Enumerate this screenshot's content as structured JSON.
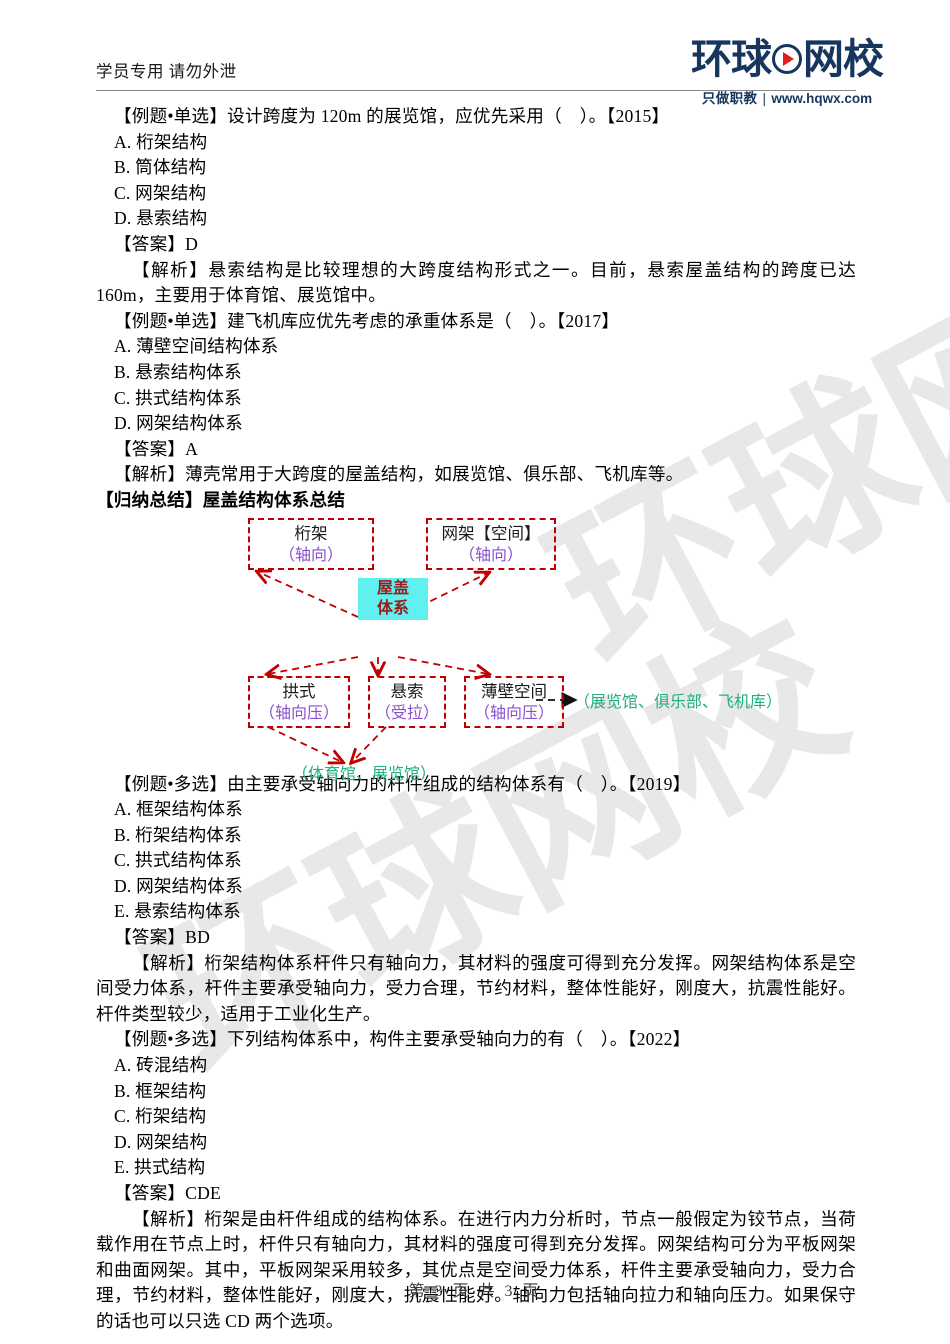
{
  "header": {
    "note": "学员专用 请勿外泄"
  },
  "logo": {
    "brand_part1": "环球",
    "brand_part2": "网校",
    "play_icon": "play-circle-icon",
    "slogan": "只做职教",
    "separator": "|",
    "url": "www.hqwx.com",
    "brand_color": "#17365d",
    "accent_color": "#e02020"
  },
  "body": {
    "q1": {
      "stem": "【例题•单选】设计跨度为 120m 的展览馆，应优先采用（　）。【2015】",
      "options": [
        "A. 桁架结构",
        "B. 筒体结构",
        "C. 网架结构",
        "D. 悬索结构"
      ],
      "answer": "【答案】D",
      "analysis": "【解析】悬索结构是比较理想的大跨度结构形式之一。目前，悬索屋盖结构的跨度已达 160m，主要用于体育馆、展览馆中。"
    },
    "q2": {
      "stem": "【例题•单选】建飞机库应优先考虑的承重体系是（　）。【2017】",
      "options": [
        "A. 薄壁空间结构体系",
        "B. 悬索结构体系",
        "C. 拱式结构体系",
        "D. 网架结构体系"
      ],
      "answer": "【答案】A",
      "analysis": "【解析】薄壳常用于大跨度的屋盖结构，如展览馆、俱乐部、飞机库等。"
    },
    "summary_heading": "【归纳总结】屋盖结构体系总结",
    "q3": {
      "stem": "【例题•多选】由主要承受轴向力的杆件组成的结构体系有（　）。【2019】",
      "options": [
        "A. 框架结构体系",
        "B. 桁架结构体系",
        "C. 拱式结构体系",
        "D. 网架结构体系",
        "E. 悬索结构体系"
      ],
      "answer": "【答案】BD",
      "analysis": "【解析】桁架结构体系杆件只有轴向力，其材料的强度可得到充分发挥。网架结构体系是空间受力体系，杆件主要承受轴向力，受力合理，节约材料，整体性能好，刚度大，抗震性能好。杆件类型较少，适用于工业化生产。"
    },
    "q4": {
      "stem": "【例题•多选】下列结构体系中，构件主要承受轴向力的有（　）。【2022】",
      "options": [
        "A. 砖混结构",
        "B. 框架结构",
        "C. 桁架结构",
        "D. 网架结构",
        "E. 拱式结构"
      ],
      "answer": "【答案】CDE",
      "analysis": "【解析】桁架是由杆件组成的结构体系。在进行内力分析时，节点一般假定为铰节点，当荷载作用在节点上时，杆件只有轴向力，其材料的强度可得到充分发挥。网架结构可分为平板网架和曲面网架。其中，平板网架采用较多，其优点是空间受力体系，杆件主要承受轴向力，受力合理，节约材料，整体性能好，刚度大，抗震性能好。轴向力包括轴向拉力和轴向压力。如果保守的话也可以只选 CD 两个选项。"
    }
  },
  "diagram": {
    "center": {
      "line1": "屋盖",
      "line2": "体系",
      "fill": "#5ff0ef",
      "text_color": "#9b1b1b"
    },
    "box_border_color": "#c00000",
    "purple": "#8a4fd0",
    "green": "#22b07a",
    "top_boxes": [
      {
        "title": "桁架",
        "note": "（轴向）"
      },
      {
        "title": "网架【空间】",
        "note": "（轴向）"
      }
    ],
    "bottom_boxes": [
      {
        "title": "拱式",
        "note": "（轴向压）"
      },
      {
        "title": "悬索",
        "note": "（受拉）"
      },
      {
        "title": "薄壁空间",
        "note": "（轴向压）"
      }
    ],
    "note_bottom": "（体育馆、展览馆）",
    "note_right": "（展览馆、俱乐部、飞机库）"
  },
  "footer": {
    "page_text": "第 3 页 共 3 页"
  },
  "watermark": {
    "text": "环球网校"
  }
}
